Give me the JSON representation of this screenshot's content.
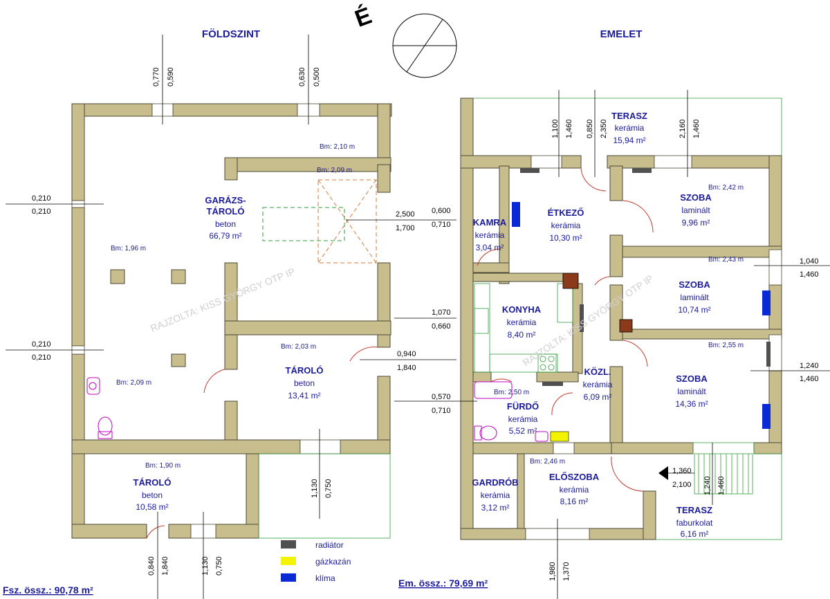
{
  "headings": {
    "ground": "FÖLDSZINT",
    "upper": "EMELET",
    "north": "É"
  },
  "rooms": [
    {
      "id": "garazs",
      "name": "GARÁZS-",
      "name2": "TÁROLÓ",
      "material": "beton",
      "area": "66,79 m²"
    },
    {
      "id": "tarolo1",
      "name": "TÁROLÓ",
      "material": "beton",
      "area": "13,41 m²"
    },
    {
      "id": "tarolo2",
      "name": "TÁROLÓ",
      "material": "beton",
      "area": "10,58 m²"
    },
    {
      "id": "kamra",
      "name": "KAMRA",
      "material": "kerámia",
      "area": "3,04 m²"
    },
    {
      "id": "etkezo",
      "name": "ÉTKEZŐ",
      "material": "kerámia",
      "area": "10,30 m²"
    },
    {
      "id": "terasz1",
      "name": "TERASZ",
      "material": "kerámia",
      "area": "15,94 m²"
    },
    {
      "id": "szoba1",
      "name": "SZOBA",
      "material": "laminált",
      "area": "9,96 m²"
    },
    {
      "id": "szoba2",
      "name": "SZOBA",
      "material": "laminált",
      "area": "10,74 m²"
    },
    {
      "id": "konyha",
      "name": "KONYHA",
      "material": "kerámia",
      "area": "8,40 m²"
    },
    {
      "id": "kozl",
      "name": "KÖZL.",
      "material": "kerámia",
      "area": "6,09 m²"
    },
    {
      "id": "szoba3",
      "name": "SZOBA",
      "material": "laminált",
      "area": "14,36 m²"
    },
    {
      "id": "furdo",
      "name": "FÜRDŐ",
      "material": "kerámia",
      "area": "5,52 m²"
    },
    {
      "id": "gardrob",
      "name": "GARDRÓB",
      "material": "kerámia",
      "area": "3,12 m²"
    },
    {
      "id": "eloszoba",
      "name": "ELŐSZOBA",
      "material": "kerámia",
      "area": "8,16 m²"
    },
    {
      "id": "terasz2",
      "name": "TERASZ",
      "material": "faburkolat",
      "area": "6,16 m²"
    }
  ],
  "heights": [
    "Bm: 2,10 m",
    "Bm: 2,09 m",
    "Bm: 1,96 m",
    "Bm: 2,09 m",
    "Bm: 2,03 m",
    "Bm: 1,90 m",
    "Bm: 2,42 m",
    "Bm: 2,43 m",
    "Bm: 2,55 m",
    "Bm: 2,50 m",
    "Bm: 2,46 m"
  ],
  "dimensions": {
    "top_ground_1": [
      "0,770",
      "0,590"
    ],
    "top_ground_2": [
      "0,630",
      "0,500"
    ],
    "left_1": [
      "0,210",
      "0,210"
    ],
    "left_2": [
      "0,210",
      "0,210"
    ],
    "mid_1": [
      "2,500",
      "1,700"
    ],
    "mid_1b": [
      "0,600",
      "0,710"
    ],
    "mid_2": [
      "1,070",
      "0,660"
    ],
    "mid_3": [
      "0,940",
      "1,840"
    ],
    "mid_4": [
      "0,570",
      "0,710"
    ],
    "bottom_g1": [
      "1,130",
      "0,750"
    ],
    "bottom_g2": [
      "0,840",
      "1,840"
    ],
    "bottom_g3": [
      "1,130",
      "0,750"
    ],
    "top_upper_1": [
      "1,100",
      "1,460"
    ],
    "top_upper_2": [
      "0,850",
      "2,350"
    ],
    "top_upper_3": [
      "2,160",
      "1,460"
    ],
    "right_1": [
      "1,040",
      "1,460"
    ],
    "right_2": [
      "1,240",
      "1,460"
    ],
    "entry": [
      "1,360",
      "2,100"
    ],
    "stair": [
      "1,240",
      "1,460"
    ],
    "bottom_upper": [
      "1,980",
      "1,370"
    ]
  },
  "legend": [
    {
      "label": "radiátor",
      "color": "#505050"
    },
    {
      "label": "gázkazán",
      "color": "#f4f400"
    },
    {
      "label": "klíma",
      "color": "#0a2ad6"
    }
  ],
  "totals": {
    "ground": "Fsz. össz.: 90,78 m²",
    "upper": "Em. össz.: 79,69 m²"
  },
  "watermarks": [
    "RAJZOLTA: KISS GYÖRGY OTP IP",
    "RAJZOLTA: KISS GYÖRGY OTP IP"
  ]
}
